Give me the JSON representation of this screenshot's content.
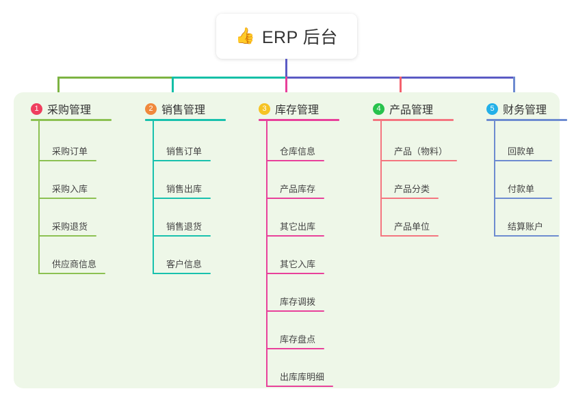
{
  "root": {
    "icon": "thumbs-up-icon",
    "icon_glyph": "👍",
    "label": "ERP 后台",
    "stem_color": "#5b5bc4"
  },
  "panel": {
    "background": "#eef7e8"
  },
  "connector_bar": {
    "segments": [
      {
        "name": "segment-green",
        "color": "#7cb342"
      },
      {
        "name": "segment-teal",
        "color": "#13bfa6"
      },
      {
        "name": "segment-blue",
        "color": "#5b5bc4"
      }
    ],
    "drops": [
      {
        "name": "drop-purchase",
        "color": "#7cb342"
      },
      {
        "name": "drop-sales",
        "color": "#13bfa6"
      },
      {
        "name": "drop-inventory",
        "color": "#e8409a"
      },
      {
        "name": "drop-product",
        "color": "#f4606c"
      },
      {
        "name": "drop-finance",
        "color": "#6d8bd0"
      }
    ]
  },
  "columns": [
    {
      "index": "1",
      "name": "purchase-management",
      "title": "采购管理",
      "badge_color": "#ef3e5e",
      "line_color": "#8cc152",
      "rule_width": 118,
      "items": [
        {
          "label": "采购订单",
          "rule_width": 85
        },
        {
          "label": "采购入库",
          "rule_width": 85
        },
        {
          "label": "采购退货",
          "rule_width": 85
        },
        {
          "label": "供应商信息",
          "rule_width": 98
        }
      ]
    },
    {
      "index": "2",
      "name": "sales-management",
      "title": "销售管理",
      "badge_color": "#f0883c",
      "line_color": "#18c1ad",
      "rule_width": 118,
      "items": [
        {
          "label": "销售订单",
          "rule_width": 85
        },
        {
          "label": "销售出库",
          "rule_width": 85
        },
        {
          "label": "销售退货",
          "rule_width": 85
        },
        {
          "label": "客户信息",
          "rule_width": 85
        }
      ]
    },
    {
      "index": "3",
      "name": "inventory-management",
      "title": "库存管理",
      "badge_color": "#f6c324",
      "line_color": "#e8409a",
      "rule_width": 118,
      "items": [
        {
          "label": "仓库信息",
          "rule_width": 85
        },
        {
          "label": "产品库存",
          "rule_width": 85
        },
        {
          "label": "其它出库",
          "rule_width": 85
        },
        {
          "label": "其它入库",
          "rule_width": 85
        },
        {
          "label": "库存调拨",
          "rule_width": 85
        },
        {
          "label": "库存盘点",
          "rule_width": 85
        },
        {
          "label": "出库库明细",
          "rule_width": 98
        }
      ]
    },
    {
      "index": "4",
      "name": "product-management",
      "title": "产品管理",
      "badge_color": "#27c24c",
      "line_color": "#f4757f",
      "rule_width": 118,
      "items": [
        {
          "label": "产品（物料）",
          "rule_width": 112
        },
        {
          "label": "产品分类",
          "rule_width": 85
        },
        {
          "label": "产品单位",
          "rule_width": 85
        }
      ]
    },
    {
      "index": "5",
      "name": "finance-management",
      "title": "财务管理",
      "badge_color": "#23b0e8",
      "line_color": "#6d8bd0",
      "rule_width": 118,
      "items": [
        {
          "label": "回款单",
          "rule_width": 85
        },
        {
          "label": "付款单",
          "rule_width": 85
        },
        {
          "label": "结算账户",
          "rule_width": 95
        }
      ]
    }
  ]
}
